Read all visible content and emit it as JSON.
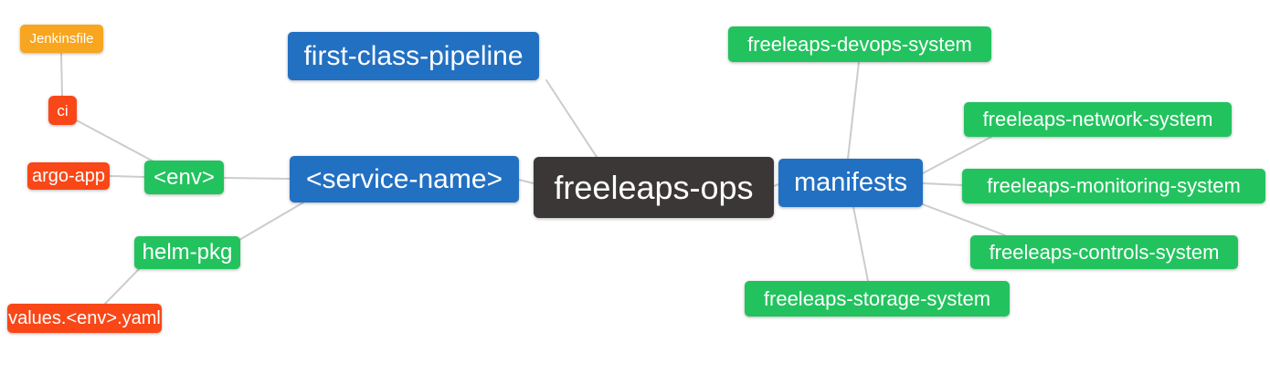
{
  "diagram": {
    "type": "mindmap",
    "root_label": "freeleaps-ops",
    "colors": {
      "blue_node": "#2270c2",
      "green_node": "#22c35e",
      "orange_node": "#f8a51f",
      "red_node": "#f94717",
      "dark_node": "#3b3737",
      "edge_line": "#cccccc",
      "node_text": "#ffffff",
      "background": "#ffffff"
    },
    "nodes": {
      "jenkinsfile": {
        "label": "Jenkinsfile",
        "color": "orange"
      },
      "ci": {
        "label": "ci",
        "color": "red"
      },
      "argo_app": {
        "label": "argo-app",
        "color": "red"
      },
      "env": {
        "label": "<env>",
        "color": "green"
      },
      "helm_pkg": {
        "label": "helm-pkg",
        "color": "green"
      },
      "values_env_yaml": {
        "label": "values.<env>.yaml",
        "color": "red"
      },
      "first_class_pipeline": {
        "label": "first-class-pipeline",
        "color": "blue"
      },
      "service_name": {
        "label": "<service-name>",
        "color": "blue"
      },
      "freeleaps_ops": {
        "label": "freeleaps-ops",
        "color": "dark"
      },
      "manifests": {
        "label": "manifests",
        "color": "blue"
      },
      "devops_system": {
        "label": "freeleaps-devops-system",
        "color": "green"
      },
      "network_system": {
        "label": "freeleaps-network-system",
        "color": "green"
      },
      "monitoring_system": {
        "label": "freeleaps-monitoring-system",
        "color": "green"
      },
      "controls_system": {
        "label": "freeleaps-controls-system",
        "color": "green"
      },
      "storage_system": {
        "label": "freeleaps-storage-system",
        "color": "green"
      }
    },
    "edges": [
      {
        "from": "jenkinsfile",
        "to": "ci"
      },
      {
        "from": "ci",
        "to": "env"
      },
      {
        "from": "argo_app",
        "to": "env"
      },
      {
        "from": "env",
        "to": "service_name"
      },
      {
        "from": "service_name",
        "to": "helm_pkg"
      },
      {
        "from": "helm_pkg",
        "to": "values_env_yaml"
      },
      {
        "from": "first_class_pipeline",
        "to": "freeleaps_ops"
      },
      {
        "from": "service_name",
        "to": "freeleaps_ops"
      },
      {
        "from": "freeleaps_ops",
        "to": "manifests"
      },
      {
        "from": "manifests",
        "to": "devops_system"
      },
      {
        "from": "manifests",
        "to": "network_system"
      },
      {
        "from": "manifests",
        "to": "monitoring_system"
      },
      {
        "from": "manifests",
        "to": "controls_system"
      },
      {
        "from": "manifests",
        "to": "storage_system"
      }
    ]
  }
}
